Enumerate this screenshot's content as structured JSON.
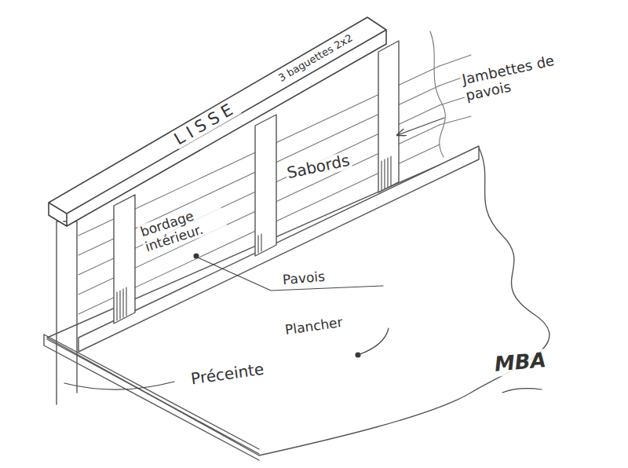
{
  "diagram": {
    "labels": [
      "LISSE",
      "3 baguettes 2x2",
      "Jambettes de pavois",
      "Sabords",
      "bordage intérieur.",
      "Pavois",
      "Plancher",
      "Préceinte",
      "MBA"
    ]
  }
}
